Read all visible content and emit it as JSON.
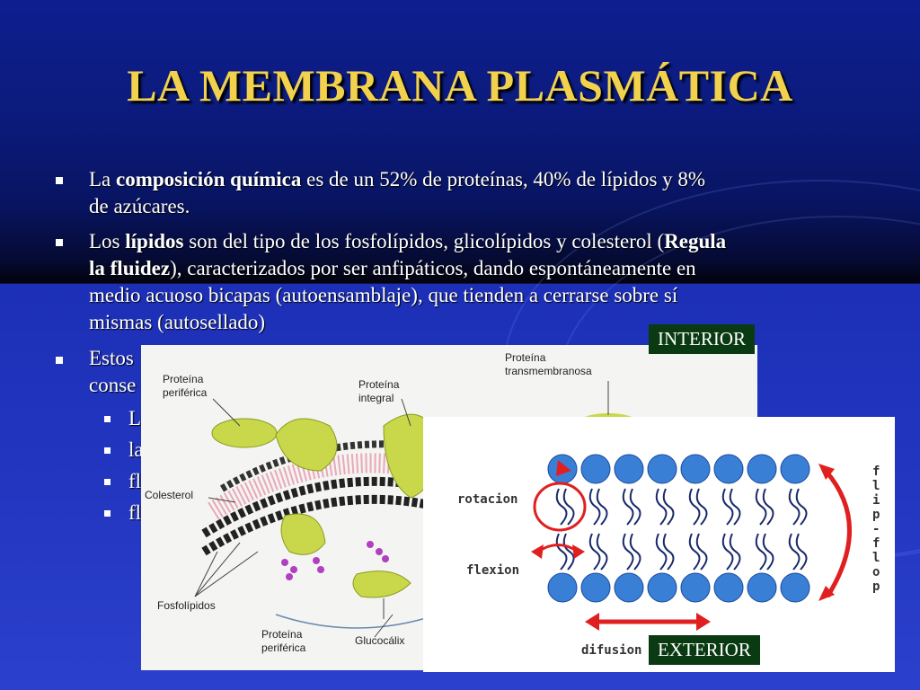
{
  "slide": {
    "title": "LA MEMBRANA PLASMÁTICA",
    "bullet1": {
      "pre": "La ",
      "bold": "composición química",
      "post1": " es de un 52% de proteínas, 40% de lípidos y 8%",
      "line2": "de azúcares."
    },
    "bullet2": {
      "pre": "Los ",
      "bold1": "lípidos",
      "mid1": " son del tipo de los fosfolípidos, glicolípidos y colesterol (",
      "bold2a": "Regula",
      "bold2b": "la fluidez",
      "mid2": "), caracterizados por ser anfipáticos, dando espontáneamente en",
      "line3": "medio acuoso bicapas (autoensamblaje), que tienden a cerrarse sobre sí",
      "line4": "mismas (autosellado)"
    },
    "bullet3": {
      "line1": "Estos",
      "line2": "conse"
    },
    "sub_bullets": [
      "L",
      "la",
      "fl",
      "fl"
    ],
    "label_interior": "INTERIOR",
    "label_exterior": "EXTERIOR"
  },
  "figure1": {
    "labels": {
      "periferica_top_1": "Proteína",
      "periferica_top_2": "periférica",
      "integral_1": "Proteína",
      "integral_2": "integral",
      "transmembranosa_1": "Proteína",
      "transmembranosa_2": "transmembranosa",
      "colesterol": "Colesterol",
      "fosfolipidos": "Fosfolípidos",
      "periferica_bottom_1": "Proteína",
      "periferica_bottom_2": "periférica",
      "glucocalix": "Glucocálix"
    }
  },
  "figure2": {
    "labels": {
      "rotacion": "rotacion",
      "flexion": "flexion",
      "difusion": "difusion",
      "flip_flop": [
        "f",
        "l",
        "i",
        "p",
        "-",
        "f",
        "l",
        "o",
        "p"
      ]
    },
    "colors": {
      "head": "#3a7fd6",
      "arrow": "#e02020"
    }
  }
}
